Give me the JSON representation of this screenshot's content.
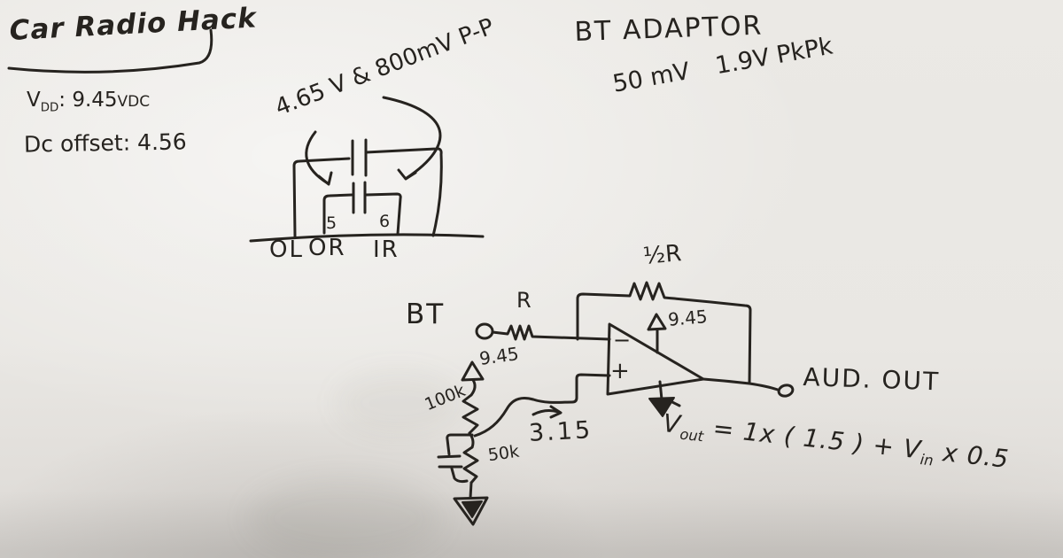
{
  "colors": {
    "ink": "#26231f",
    "board": "#e9e7e3"
  },
  "title": "Car Radio Hack",
  "notes": {
    "vdd_symbol": "V",
    "vdd_subscript": "DD",
    "vdd_value": ": 9.45",
    "vdd_unit": "VDC",
    "dc_offset": "Dc offset: 4.56"
  },
  "connector": {
    "annotation": "4.65 V & 800mV P-P",
    "pin_5": "5",
    "pin_6": "6",
    "pads": [
      "OL",
      "OR",
      "IR"
    ]
  },
  "bt_adaptor": {
    "title": "BT ADAPTOR",
    "low_level": "50 mV",
    "high_level": "1.9V PkPk"
  },
  "amplifier": {
    "feedback_resistor": "½R",
    "inverting_input": "−",
    "noninverting_input": "+",
    "rail_voltage": "9.45",
    "input_name": "BT",
    "series_resistor": "R",
    "divider_rail": "9.45",
    "divider_top_resistor": "100k",
    "divider_bottom_resistor": "50k",
    "divider_node_voltage": "3.15",
    "output_name": "AUD. OUT"
  },
  "equation": {
    "v_out": "V",
    "out_subscript": "out",
    "middle": "= 1x ( 1.5 ) +",
    "v_in": "V",
    "in_subscript": "in",
    "tail": "x 0.5"
  }
}
